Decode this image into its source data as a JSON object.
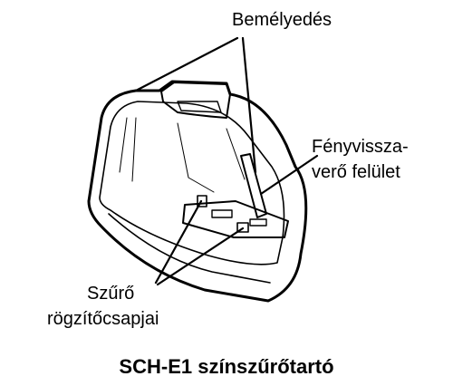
{
  "labels": {
    "recess": "Bemélyedés",
    "reflective_surface_line1": "Fényvissza-",
    "reflective_surface_line2": "verő felület",
    "filter_pins_line1": "Szűrő",
    "filter_pins_line2": "rögzítőcsapjai"
  },
  "caption": "SCH-E1 színszűrőtartó"
}
